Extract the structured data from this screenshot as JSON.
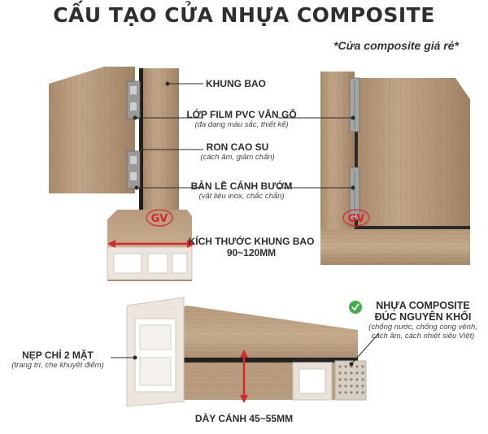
{
  "title": "CẤU TẠO CỬA NHỰA COMPOSITE",
  "subtitle": "*Cửa composite giá rẻ*",
  "labels": {
    "khung_bao": "KHUNG BAO",
    "film": "LỚP FILM PVC VÂN GỖ",
    "film_note": "(đa dạng màu sắc, thiết kế)",
    "ron": "RON CAO SU",
    "ron_note": "(cách âm, giảm chấn)",
    "ban_le": "BẢN LỀ CÁNH BƯỚM",
    "ban_le_note": "(vật liệu inox, chắc chắn)",
    "kich_thuoc": "KÍCH THƯỚC KHUNG BAO",
    "kich_thuoc_value": "90~120MM",
    "nhua_1": "NHỰA COMPOSITE",
    "nhua_2": "ĐÚC NGUYÊN KHỐI",
    "nhua_note_1": "(chống nước, chống cong vênh,",
    "nhua_note_2": "cách âm, cách nhiệt siêu Việt)",
    "nep_chi": "NẸP CHỈ 2 MẶT",
    "nep_chi_note": "(trang trí, che khuyết điểm)",
    "day_canh": "DÀY CÁNH 45~55MM"
  },
  "logo": {
    "text": "GV"
  },
  "colors": {
    "wood": "#b79a7a",
    "wood_dark": "#8f7356",
    "pvc": "#ece6df",
    "accent_red": "#d9262b",
    "check_green": "#3fae49",
    "line": "#2a2a2a"
  }
}
